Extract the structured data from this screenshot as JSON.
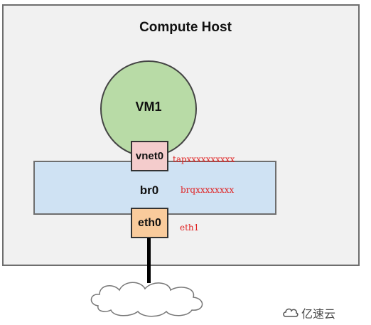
{
  "host": {
    "title": "Compute Host"
  },
  "vm": {
    "label": "VM1"
  },
  "bridge": {
    "label": "br0",
    "device_name": "brqxxxxxxxx"
  },
  "vnet_port": {
    "label": "vnet0",
    "device_name": "tapxxxxxxxxxx"
  },
  "eth_port": {
    "label": "eth0",
    "device_name": "eth1"
  },
  "watermark": {
    "text": "亿速云",
    "logo_icon": "cloud-logo-icon"
  },
  "colors": {
    "vm_fill": "#b8dba6",
    "bridge_fill": "#cfe2f3",
    "vnet_fill": "#f4cccc",
    "eth_fill": "#f9cb9c",
    "device_name_text": "#e02020"
  }
}
